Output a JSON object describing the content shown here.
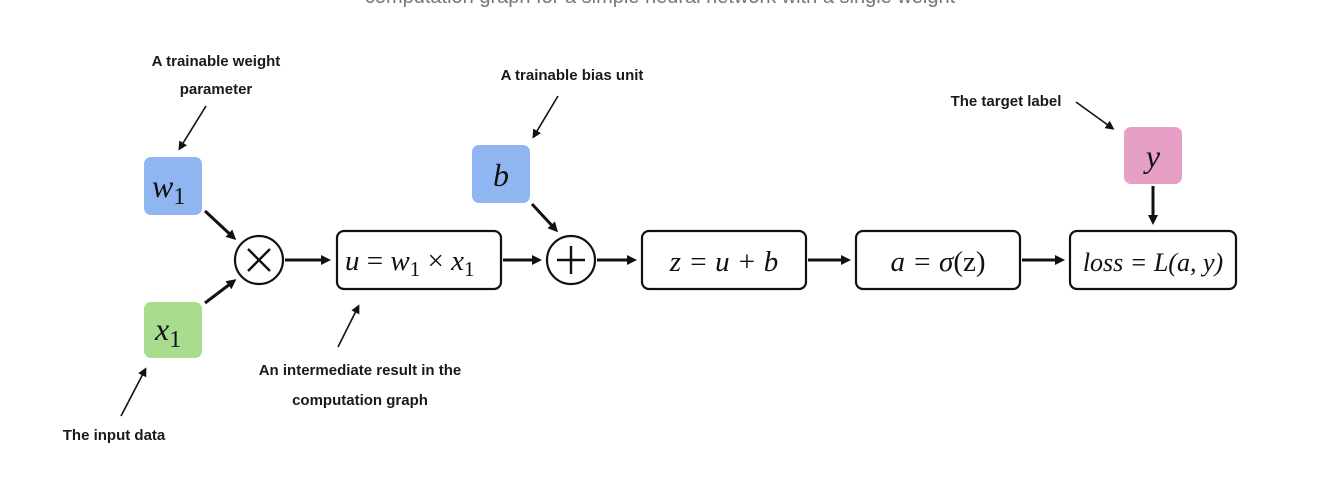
{
  "header": {
    "cut_text": "computation graph for a simple neural network with a single weight"
  },
  "colors": {
    "weight": "#8fb6f0",
    "bias": "#8fb6f0",
    "input": "#a8dc8f",
    "target": "#e6a0c6",
    "stroke": "#111111"
  },
  "nodes": {
    "w1": {
      "symbol": "w",
      "sub": "1"
    },
    "x1": {
      "symbol": "x",
      "sub": "1"
    },
    "b": {
      "symbol": "b"
    },
    "y": {
      "symbol": "y"
    },
    "multiply": {
      "symbol": "×"
    },
    "add": {
      "symbol": "+"
    },
    "u_box": {
      "lhs": "u",
      "eq": " = ",
      "w": "w",
      "w_sub": "1",
      "times": " × ",
      "x": "x",
      "x_sub": "1"
    },
    "z_box": {
      "text": "z = u + b"
    },
    "a_box": {
      "lhs": "a = ",
      "sigma": "σ",
      "arg": "(z)"
    },
    "loss_box": {
      "text": "loss = L(a, y)"
    }
  },
  "annotations": {
    "weight_line1": "A trainable weight",
    "weight_line2": "parameter",
    "bias": "A trainable bias unit",
    "target": "The target label",
    "intermediate_line1": "An intermediate result in the",
    "intermediate_line2": "computation graph",
    "input": "The input data"
  }
}
